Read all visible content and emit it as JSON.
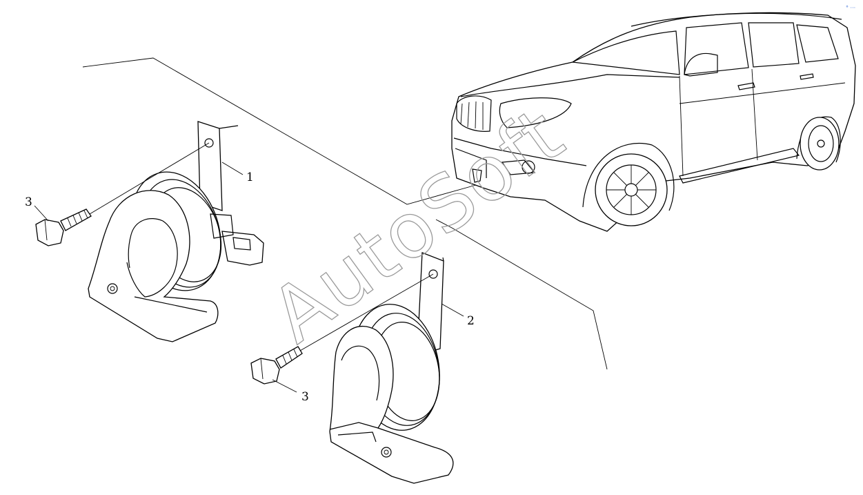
{
  "diagram": {
    "callouts": [
      {
        "id": "horn-1",
        "label": "1"
      },
      {
        "id": "horn-2",
        "label": "2"
      },
      {
        "id": "bolt-upper",
        "label": "3"
      },
      {
        "id": "bolt-lower",
        "label": "3"
      }
    ],
    "watermark": "AutoSoft",
    "corner_mark": "° ···"
  }
}
